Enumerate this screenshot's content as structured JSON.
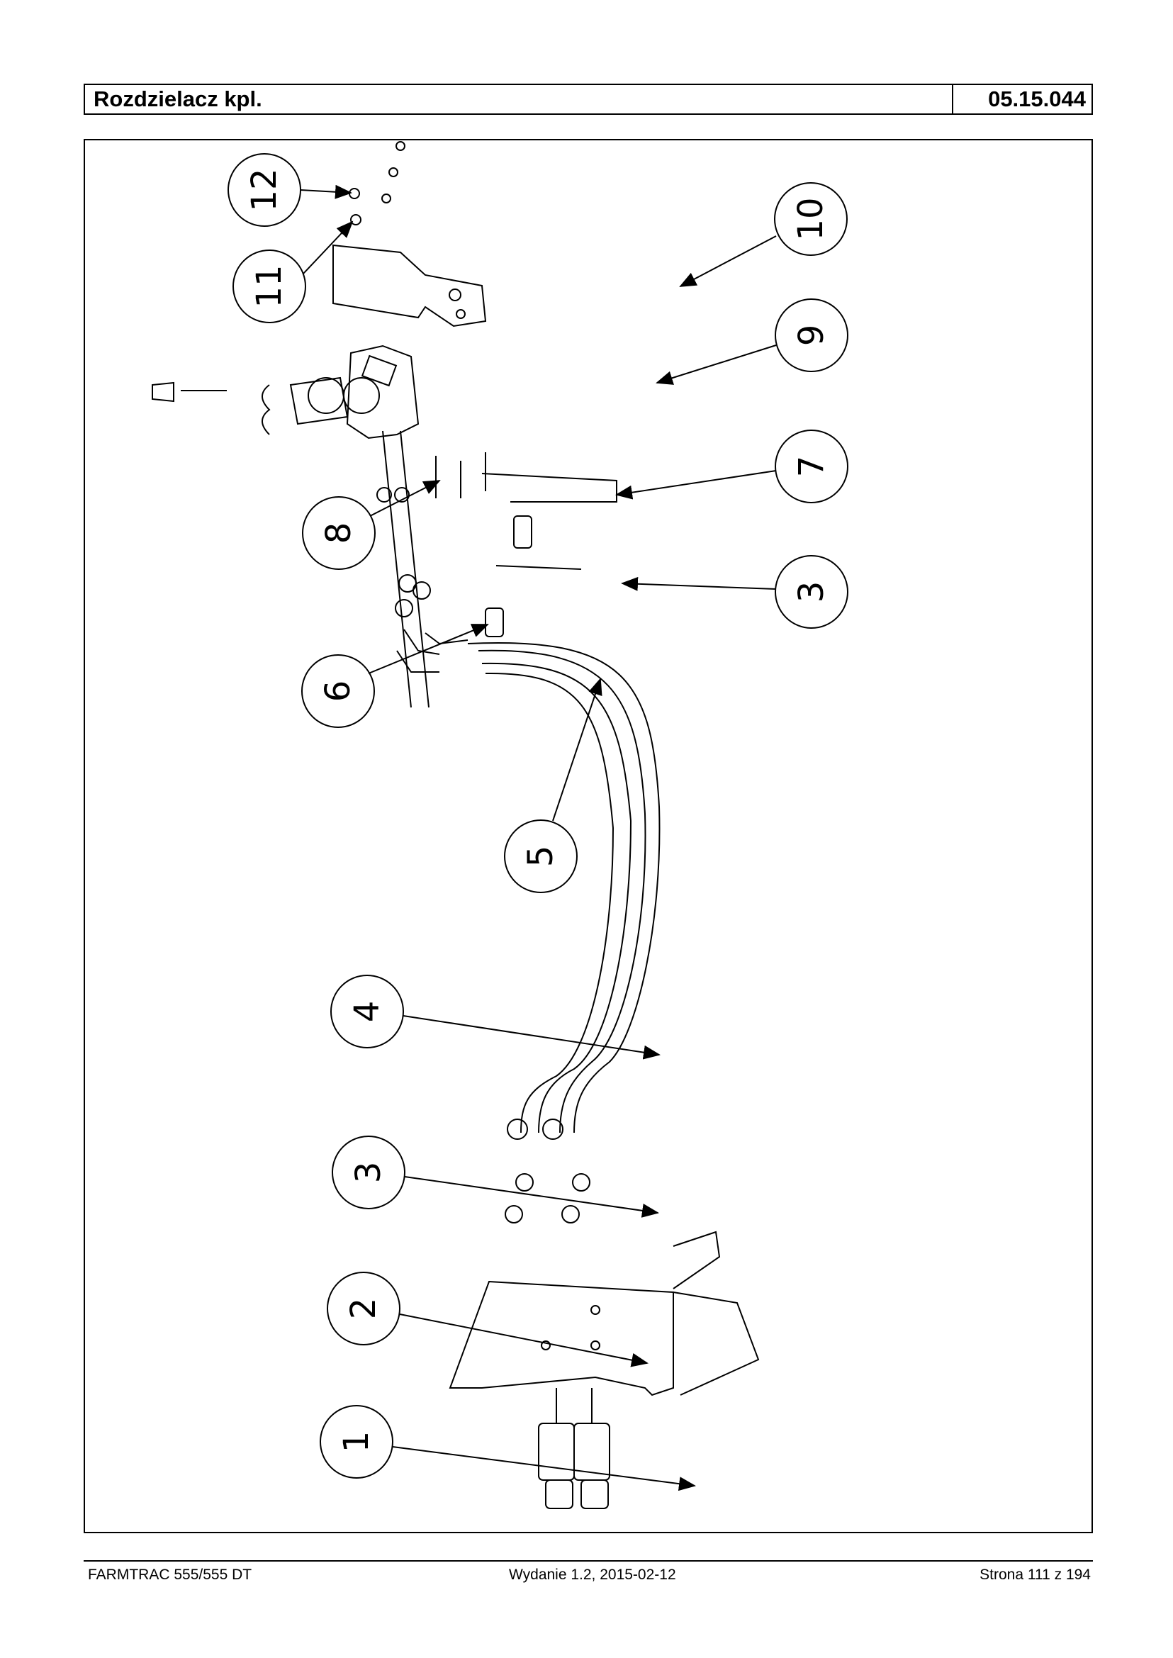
{
  "header": {
    "title": "Rozdzielacz kpl.",
    "code": "05.15.044"
  },
  "callouts": [
    {
      "label": "12"
    },
    {
      "label": "11"
    },
    {
      "label": "10"
    },
    {
      "label": "9"
    },
    {
      "label": "8"
    },
    {
      "label": "7"
    },
    {
      "label": "3"
    },
    {
      "label": "6"
    },
    {
      "label": "5"
    },
    {
      "label": "4"
    },
    {
      "label": "3"
    },
    {
      "label": "2"
    },
    {
      "label": "1"
    }
  ],
  "footer": {
    "left": "FARMTRAC 555/555 DT",
    "center": "Wydanie 1.2,  2015-02-12",
    "right": "Strona 111 z 194"
  }
}
